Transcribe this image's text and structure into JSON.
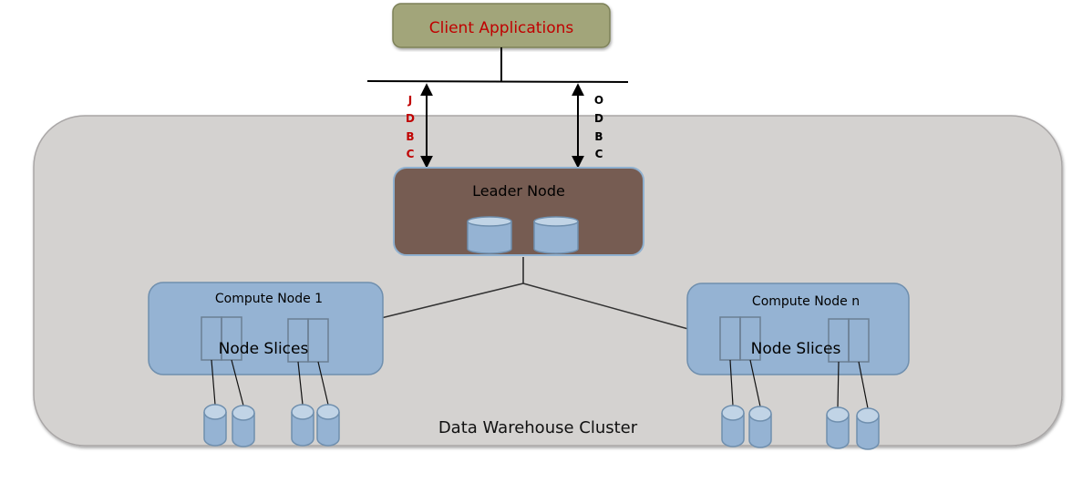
{
  "client": {
    "label": "Client Applications"
  },
  "connections": {
    "left": {
      "name": "JDBC",
      "letters": [
        "J",
        "D",
        "B",
        "C"
      ]
    },
    "right": {
      "name": "ODBC",
      "letters": [
        "O",
        "D",
        "B",
        "C"
      ]
    }
  },
  "cluster": {
    "label": "Data Warehouse Cluster"
  },
  "leader": {
    "label": "Leader Node",
    "disk_count": 2
  },
  "compute_nodes": [
    {
      "label": "Compute Node 1",
      "slices_label": "Node Slices",
      "slice_groups": 2,
      "disks_per_group": 2
    },
    {
      "label": "Compute Node n",
      "slices_label": "Node Slices",
      "slice_groups": 2,
      "disks_per_group": 2
    }
  ],
  "colors": {
    "client_fill": "#a2a57a",
    "client_text": "#c00000",
    "jdbc_text": "#c00000",
    "odbc_text": "#000000",
    "cluster_fill": "#d4d2d0",
    "leader_fill": "#765c52",
    "compute_fill": "#95b3d3",
    "disk_fill": "#95b3d3",
    "disk_top": "#c1d4e6"
  }
}
